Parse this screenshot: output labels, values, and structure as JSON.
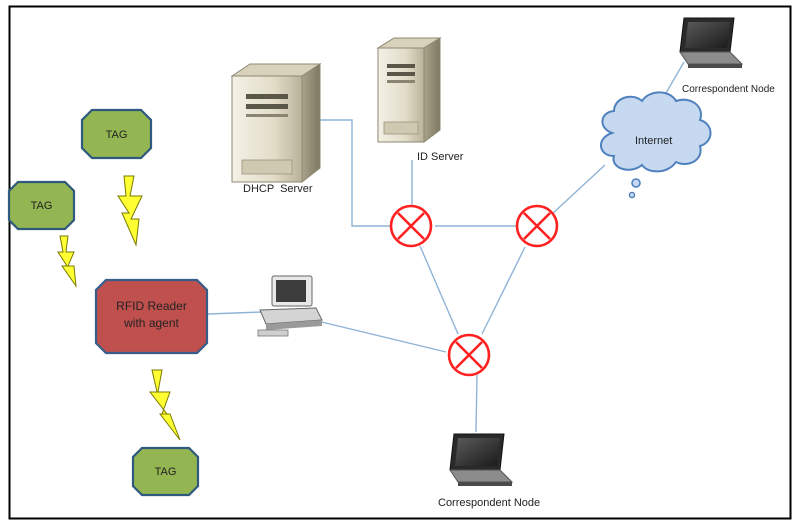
{
  "tags": [
    "TAG",
    "TAG",
    "TAG"
  ],
  "reader": {
    "line1": "RFID Reader",
    "line2": "with agent"
  },
  "servers": {
    "dhcp": "DHCP  Server",
    "id": "ID Server"
  },
  "cloud": {
    "label": "Internet"
  },
  "nodes": {
    "top": "Correspondent Node",
    "bottom": "Correspondent Node"
  },
  "colors": {
    "tag_fill": "#93b652",
    "tag_stroke": "#2f5a7d",
    "reader_fill": "#c0504d",
    "reader_stroke": "#385d8a",
    "router_stroke": "#ff2020",
    "link_stroke": "#8fb4d6",
    "cloud_fill": "#c6d9f1",
    "cloud_stroke": "#4f81bd",
    "bolt_fill": "#ffff33",
    "bolt_stroke": "#8a8a00"
  },
  "icons": [
    "router-icon",
    "server-icon",
    "laptop-icon",
    "computer-icon",
    "cloud-icon",
    "lightning-icon"
  ]
}
